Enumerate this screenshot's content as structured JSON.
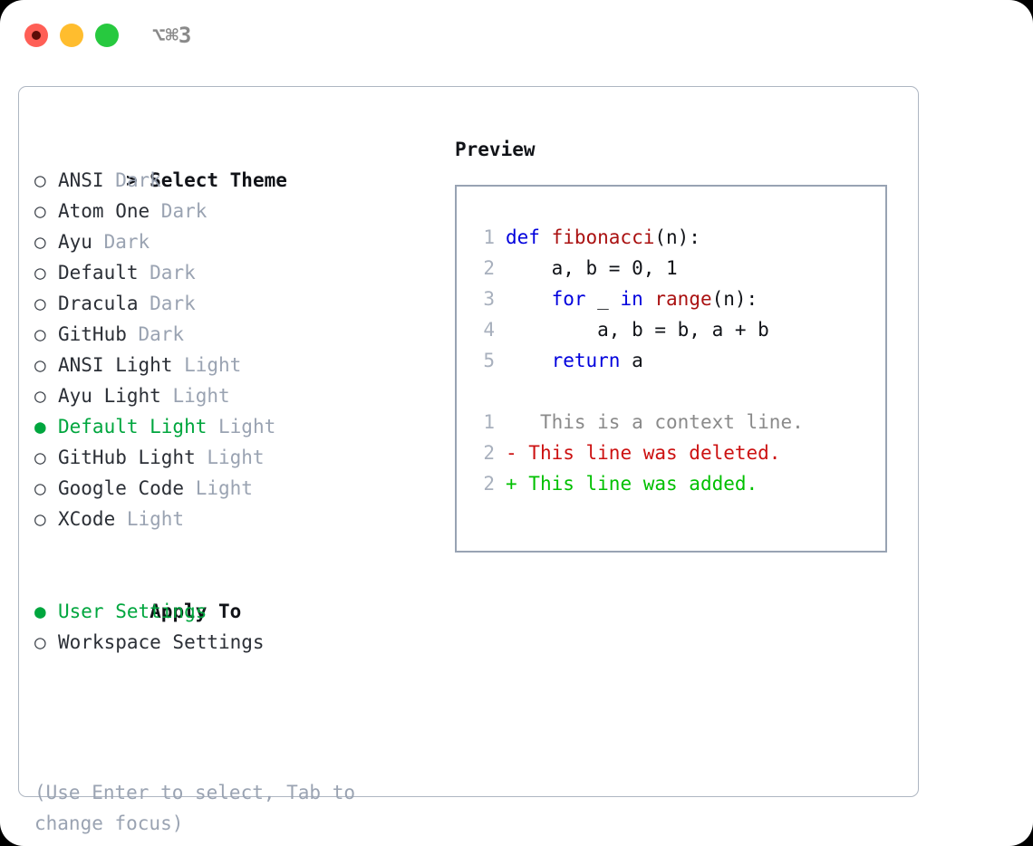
{
  "window": {
    "shortcut": "⌥⌘3",
    "traffic_lights": [
      {
        "name": "close",
        "color": "#ff5f56"
      },
      {
        "name": "minimize",
        "color": "#ffbd2e"
      },
      {
        "name": "maximize",
        "color": "#27c93f"
      }
    ]
  },
  "colors": {
    "selection_green": "#00a63e",
    "diff_add_green": "#00c000",
    "diff_del_red": "#cc1111",
    "keyword_blue": "#0000dd",
    "function_red": "#aa1111",
    "muted_gray": "#9aa3b2",
    "border": "#98a3b3"
  },
  "theme_list": {
    "heading": {
      "marker": ">",
      "label": "Select Theme"
    },
    "items": [
      {
        "marker": "○",
        "label": "ANSI",
        "tag": "Dark",
        "selected": false
      },
      {
        "marker": "○",
        "label": "Atom One",
        "tag": "Dark",
        "selected": false
      },
      {
        "marker": "○",
        "label": "Ayu",
        "tag": "Dark",
        "selected": false
      },
      {
        "marker": "○",
        "label": "Default",
        "tag": "Dark",
        "selected": false
      },
      {
        "marker": "○",
        "label": "Dracula",
        "tag": "Dark",
        "selected": false
      },
      {
        "marker": "○",
        "label": "GitHub",
        "tag": "Dark",
        "selected": false
      },
      {
        "marker": "○",
        "label": "ANSI Light",
        "tag": "Light",
        "selected": false
      },
      {
        "marker": "○",
        "label": "Ayu Light",
        "tag": "Light",
        "selected": false
      },
      {
        "marker": "●",
        "label": "Default Light",
        "tag": "Light",
        "selected": true
      },
      {
        "marker": "○",
        "label": "GitHub Light",
        "tag": "Light",
        "selected": false
      },
      {
        "marker": "○",
        "label": "Google Code",
        "tag": "Light",
        "selected": false
      },
      {
        "marker": "○",
        "label": "XCode",
        "tag": "Light",
        "selected": false
      }
    ]
  },
  "apply_to": {
    "heading": "Apply To",
    "items": [
      {
        "marker": "●",
        "label": "User Settings",
        "selected": true
      },
      {
        "marker": "○",
        "label": "Workspace Settings",
        "selected": false
      }
    ]
  },
  "hint": "(Use Enter to select, Tab to change focus)",
  "preview": {
    "title": "Preview",
    "code_lines": [
      {
        "number": "1",
        "tokens": [
          {
            "text": "def ",
            "type": "kw"
          },
          {
            "text": "fibonacci",
            "type": "fn"
          },
          {
            "text": "(n):",
            "type": "pl"
          }
        ]
      },
      {
        "number": "2",
        "tokens": [
          {
            "text": "    a, b = 0, 1",
            "type": "pl"
          }
        ]
      },
      {
        "number": "3",
        "tokens": [
          {
            "text": "    ",
            "type": "pl"
          },
          {
            "text": "for ",
            "type": "kw"
          },
          {
            "text": "_ ",
            "type": "pl"
          },
          {
            "text": "in ",
            "type": "kw"
          },
          {
            "text": "range",
            "type": "fn"
          },
          {
            "text": "(n):",
            "type": "pl"
          }
        ]
      },
      {
        "number": "4",
        "tokens": [
          {
            "text": "        a, b = b, a + b",
            "type": "pl"
          }
        ]
      },
      {
        "number": "5",
        "tokens": [
          {
            "text": "    ",
            "type": "pl"
          },
          {
            "text": "return ",
            "type": "kw"
          },
          {
            "text": "a",
            "type": "pl"
          }
        ]
      }
    ],
    "diff_lines": [
      {
        "number": "1",
        "sign": " ",
        "text": "  This is a context line.",
        "type": "ctx"
      },
      {
        "number": "2",
        "sign": "-",
        "text": " This line was deleted.",
        "type": "del"
      },
      {
        "number": "2",
        "sign": "+",
        "text": " This line was added.",
        "type": "add"
      }
    ]
  }
}
